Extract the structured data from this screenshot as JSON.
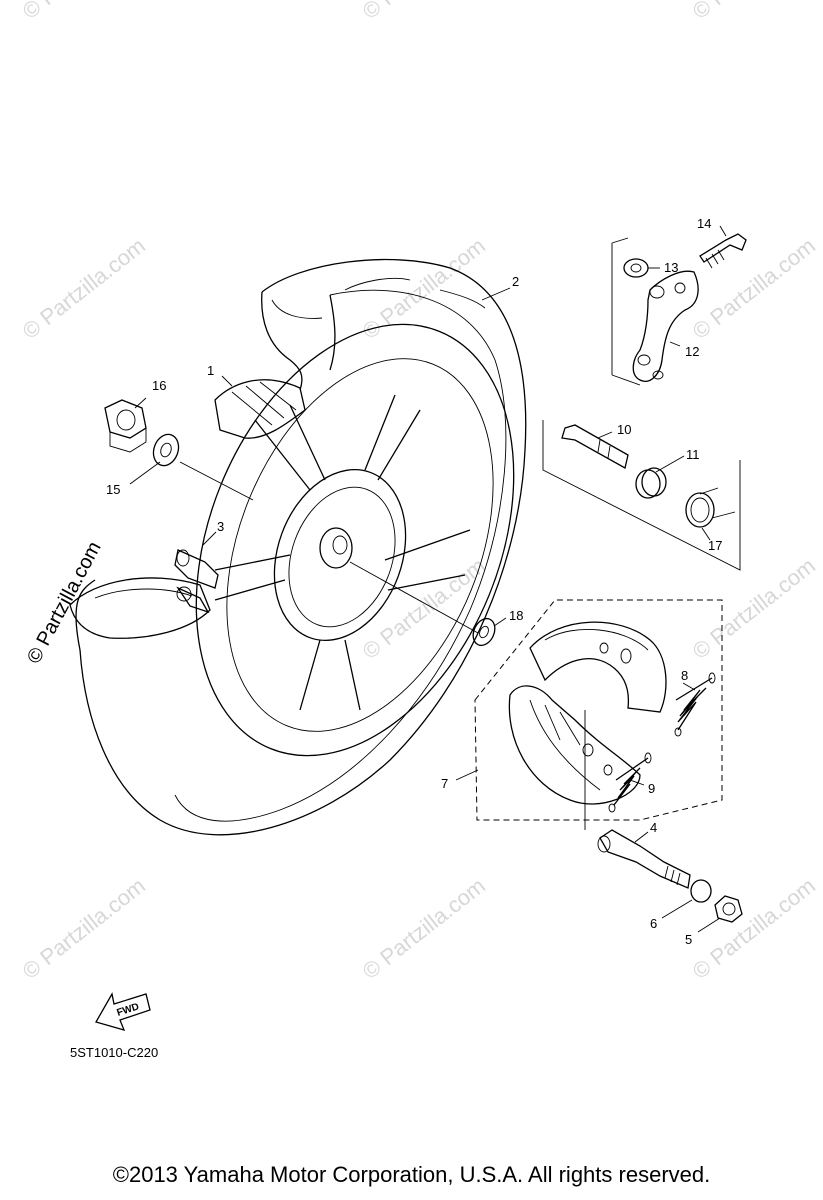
{
  "watermark": {
    "text": "© Partzilla.com",
    "color": "#d7d7d7"
  },
  "diagram": {
    "code": "5ST1010-C220",
    "fwd_label": "FWD",
    "callouts": [
      {
        "id": "1",
        "label": "1"
      },
      {
        "id": "2",
        "label": "2"
      },
      {
        "id": "3",
        "label": "3"
      },
      {
        "id": "4",
        "label": "4"
      },
      {
        "id": "5",
        "label": "5"
      },
      {
        "id": "6",
        "label": "6"
      },
      {
        "id": "7",
        "label": "7"
      },
      {
        "id": "8",
        "label": "8"
      },
      {
        "id": "9",
        "label": "9"
      },
      {
        "id": "10",
        "label": "10"
      },
      {
        "id": "11",
        "label": "11"
      },
      {
        "id": "12",
        "label": "12"
      },
      {
        "id": "13",
        "label": "13"
      },
      {
        "id": "14",
        "label": "14"
      },
      {
        "id": "15",
        "label": "15"
      },
      {
        "id": "16",
        "label": "16"
      },
      {
        "id": "17",
        "label": "17"
      },
      {
        "id": "18",
        "label": "18"
      }
    ]
  },
  "footer": {
    "copyright": "©2013  Yamaha Motor Corporation, U.S.A. All rights reserved."
  }
}
